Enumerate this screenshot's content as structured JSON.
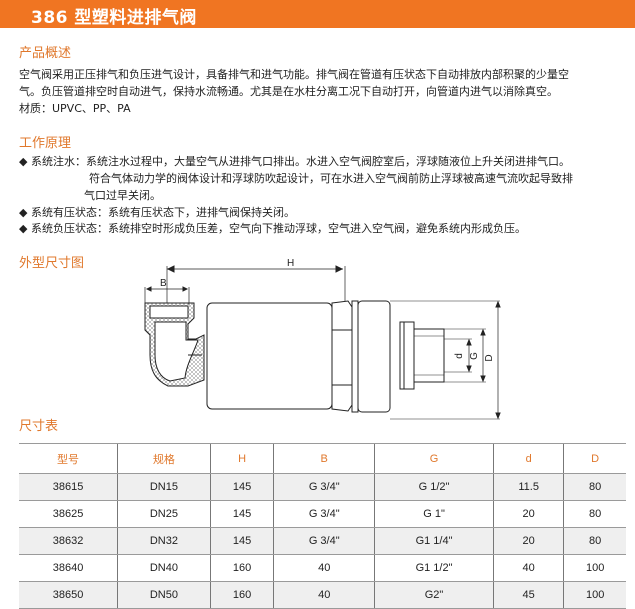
{
  "header": {
    "title": "386 型塑料进排气阀",
    "color": "#f07522"
  },
  "overview": {
    "title": "产品概述",
    "lines": [
      "空气阀采用正压排气和负压进气设计，具备排气和进气功能。排气阀在管道有压状态下自动排放内部积聚的少量空",
      "气。负压管道排空时自动进气，保持水流畅通。尤其是在水柱分离工况下自动打开，向管道内进气以消除真空。",
      "材质：UPVC、PP、PA"
    ]
  },
  "principle": {
    "title": "工作原理",
    "bullet_icon": "◆",
    "items": [
      {
        "label": "系统注水：系统注水过程中，大量空气从进排气口排出。水进入空气阀腔室后，浮球随液位上升关闭进排气口。",
        "cont1": "符合气体动力学的阀体设计和浮球防吹起设计，可在水进入空气阀前防止浮球被高速气流吹起导致排",
        "cont2": "气口过早关闭。"
      },
      {
        "label": "系统有压状态：系统有压状态下，进排气阀保持关闭。"
      },
      {
        "label": "系统负压状态：系统排空时形成负压差，空气向下推动浮球，空气进入空气阀，避免系统内形成负压。"
      }
    ]
  },
  "drawing": {
    "title": "外型尺寸图",
    "labels": {
      "H": "H",
      "B": "B",
      "d": "d",
      "G": "G",
      "D": "D"
    }
  },
  "table": {
    "title": "尺寸表",
    "headers": [
      "型号",
      "规格",
      "H",
      "B",
      "G",
      "d",
      "D"
    ],
    "rows": [
      [
        "38615",
        "DN15",
        "145",
        "G 3/4\"",
        "G 1/2\"",
        "11.5",
        "80"
      ],
      [
        "38625",
        "DN25",
        "145",
        "G 3/4\"",
        "G 1\"",
        "20",
        "80"
      ],
      [
        "38632",
        "DN32",
        "145",
        "G 3/4\"",
        "G1 1/4\"",
        "20",
        "80"
      ],
      [
        "38640",
        "DN40",
        "160",
        "40",
        "G1 1/2\"",
        "40",
        "100"
      ],
      [
        "38650",
        "DN50",
        "160",
        "40",
        "G2\"",
        "45",
        "100"
      ]
    ]
  }
}
